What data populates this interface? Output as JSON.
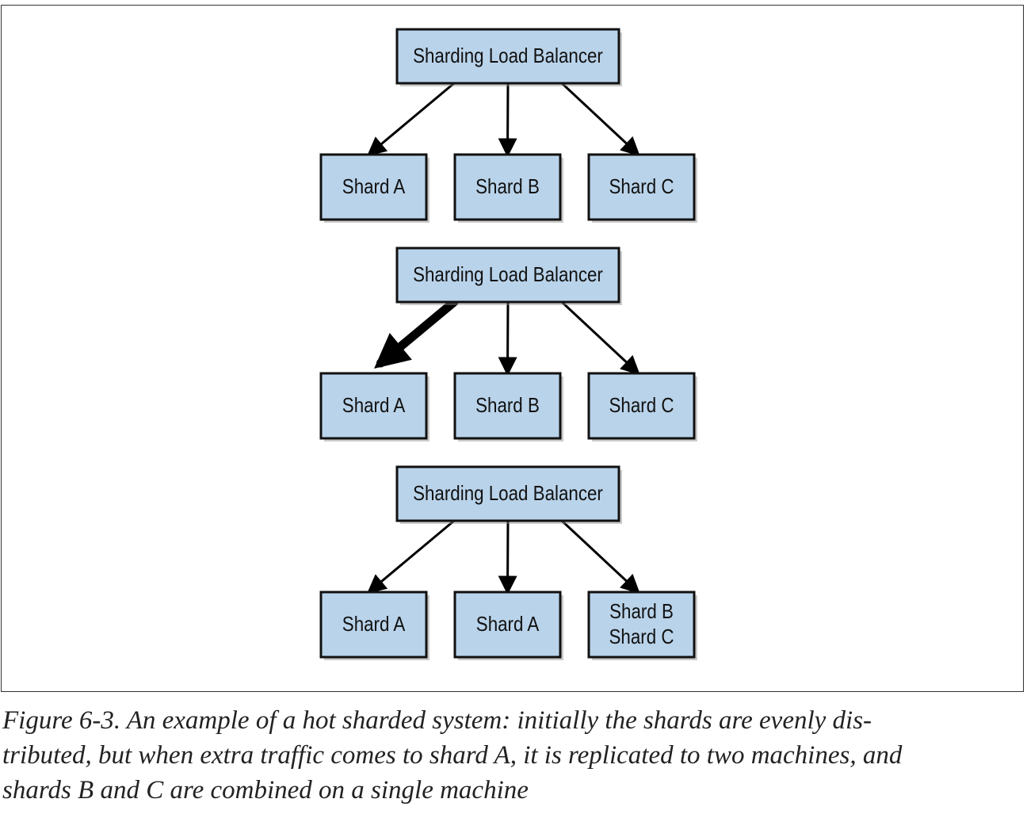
{
  "diagram": {
    "panels": [
      {
        "balancer": "Sharding Load Balancer",
        "shards": [
          {
            "lines": [
              "Shard A"
            ]
          },
          {
            "lines": [
              "Shard B"
            ]
          },
          {
            "lines": [
              "Shard C"
            ]
          }
        ],
        "hot_shard": null
      },
      {
        "balancer": "Sharding Load Balancer",
        "shards": [
          {
            "lines": [
              "Shard A"
            ]
          },
          {
            "lines": [
              "Shard B"
            ]
          },
          {
            "lines": [
              "Shard C"
            ]
          }
        ],
        "hot_shard": 0
      },
      {
        "balancer": "Sharding Load Balancer",
        "shards": [
          {
            "lines": [
              "Shard A"
            ]
          },
          {
            "lines": [
              "Shard A"
            ]
          },
          {
            "lines": [
              "Shard B",
              "Shard C"
            ]
          }
        ],
        "hot_shard": null
      }
    ],
    "colors": {
      "box_fill": "#b9d3ea",
      "box_stroke": "#111111",
      "arrow": "#000000"
    }
  },
  "caption": {
    "lines": [
      "Figure 6-3. An example of a hot sharded system: initially the shards are evenly dis-",
      "tributed, but when extra traffic comes to shard A, it is replicated to two machines, and",
      "shards B and C are combined on a single machine"
    ]
  }
}
